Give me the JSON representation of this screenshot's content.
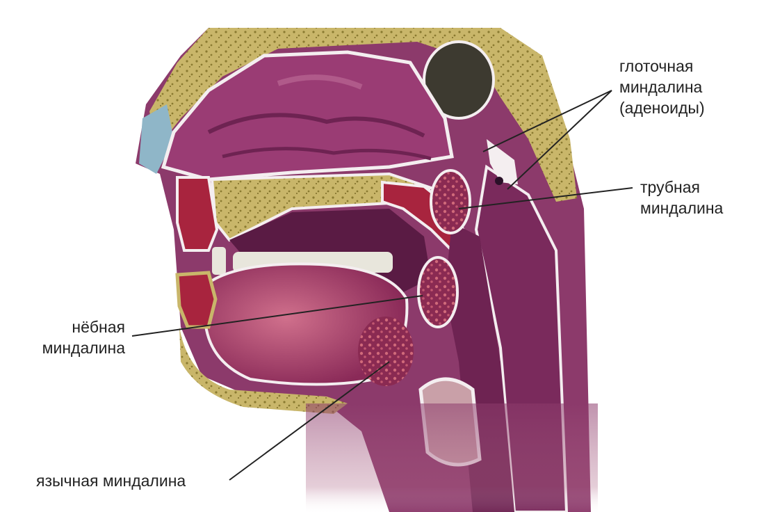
{
  "labels": {
    "pharyngeal": {
      "line1": "глоточная",
      "line2": "миндалина",
      "line3": "(аденоиды)"
    },
    "tubal": {
      "line1": "трубная",
      "line2": "миндалина"
    },
    "palatine": {
      "line1": "нёбная",
      "line2": "миндалина"
    },
    "lingual": {
      "line1": "язычная миндалина"
    }
  },
  "colors": {
    "tissue_dark": "#6e2352",
    "tissue_mid": "#8c3a6b",
    "tissue_light": "#b05a8a",
    "mucosa_pink": "#c86a86",
    "bone_yellow": "#c9b66a",
    "bone_speckle": "#8a7a30",
    "tonsil_red": "#a8243e",
    "teeth": "#e8e6dc",
    "outline_white": "#f4eef0",
    "leader_line": "#222222"
  }
}
